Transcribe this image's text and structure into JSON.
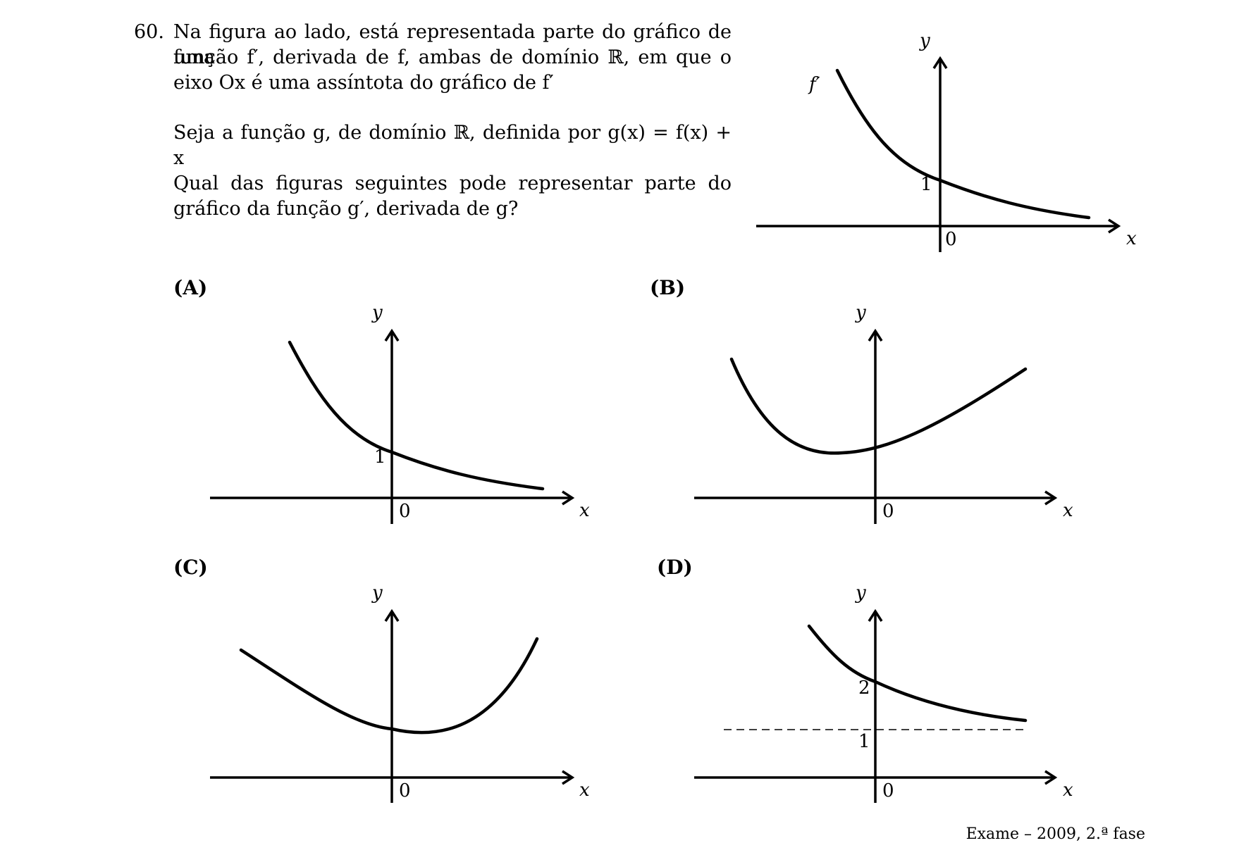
{
  "question": {
    "number": "60.",
    "lines": [
      "Na figura ao lado, está representada parte do gráfico de uma",
      "função f′, derivada de f, ambas de domínio ℝ, em que o",
      "eixo Ox é uma assíntota do gráfico de f′",
      "Seja a função g, de domínio ℝ, definida por g(x) = f(x) + x",
      "Qual das figuras seguintes pode representar parte do",
      "gráfico da função g′, derivada de g?"
    ]
  },
  "main_graph": {
    "curve_label": "f′",
    "x_axis": "x",
    "y_axis": "y",
    "origin": "0",
    "y_intercept": "1"
  },
  "options": [
    {
      "label": "(A)",
      "x_axis": "x",
      "y_axis": "y",
      "origin": "0",
      "marks": [
        "1"
      ]
    },
    {
      "label": "(B)",
      "x_axis": "x",
      "y_axis": "y",
      "origin": "0",
      "marks": []
    },
    {
      "label": "(C)",
      "x_axis": "x",
      "y_axis": "y",
      "origin": "0",
      "marks": []
    },
    {
      "label": "(D)",
      "x_axis": "x",
      "y_axis": "y",
      "origin": "0",
      "marks": [
        "2",
        "1"
      ]
    }
  ],
  "footer": "Exame – 2009, 2.ª fase"
}
